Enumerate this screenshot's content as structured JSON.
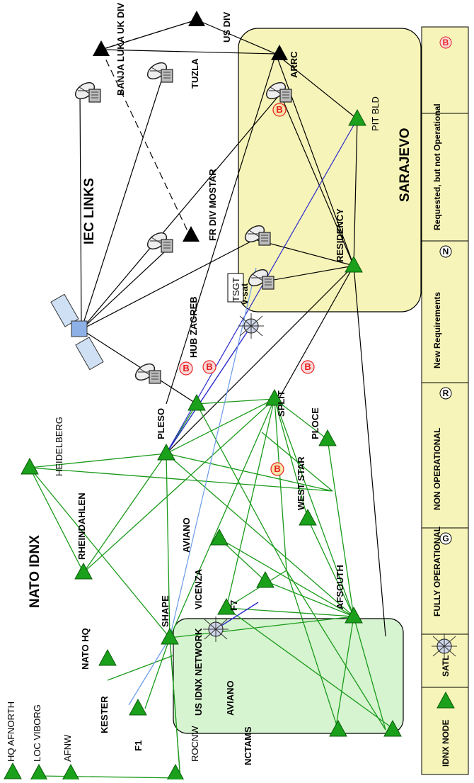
{
  "titles": {
    "iec_links": "IEC LINKS",
    "nato_idnx": "NATO IDNX",
    "sarajevo": "SARAJEVO",
    "us_idnx_network": "US IDNX NETWORK"
  },
  "nodes": {
    "hq_afnorth": "HQ AFNORTH",
    "loc_viborg": "LOC VIBORG",
    "afnw": "AFNW",
    "rocnw": "ROCNW",
    "kester": "KESTER",
    "f1": "F1",
    "nato_hq": "NATO HQ",
    "shape": "SHAPE",
    "rheindahlen": "RHEINDAHLEN",
    "heidelberg": "HEIDELBERG",
    "vicenza": "VICENZA",
    "aviano": "AVIANO",
    "f7": "F7",
    "west_star": "WEST STAR",
    "afsouth": "AFSOUTH",
    "ploce": "PLOCE",
    "split": "SPLIT",
    "pleso": "PLESO",
    "hub_zagreb": "HUB ZAGREB",
    "v_sat": "v-sat",
    "tsgt": "TSGT",
    "fr_div_mostar": "FR DIV MOSTAR",
    "residency": "RESIDENCY",
    "pit_bld": "PIT BLD",
    "arrc": "ARRC",
    "tuzla": "TUZLA",
    "banja_luka_uk_div": "BANJA LUKA UK DIV",
    "us_div": "US DIV",
    "aviano_us": "AVIANO",
    "nctams": "NCTAMS"
  },
  "badges": {
    "b": "B"
  },
  "legend": {
    "idnx_node": "IDNX NODE",
    "satl": "SATL",
    "fully_operational": "FULLY OPERATIONAL",
    "fully_operational_code": "G",
    "non_operational": "NON OPERATIONAL",
    "non_operational_code": "R",
    "new_requirements": "New Requirements",
    "new_requirements_code": "N",
    "requested": "Requested, but not Operational",
    "requested_code": "B"
  },
  "colors": {
    "green_link": "#1a9a1a",
    "node_green": "#1aa01a",
    "blue_link": "#2a2acc",
    "light_blue_link": "#6a9ae8",
    "sarajevo_fill": "#f6f4b8",
    "us_network_fill": "#d6f4d0",
    "badge_red": "#e82020",
    "badge_fill_pink": "#f8d8d8",
    "badge_fill_yellow": "#f4e4a8"
  }
}
